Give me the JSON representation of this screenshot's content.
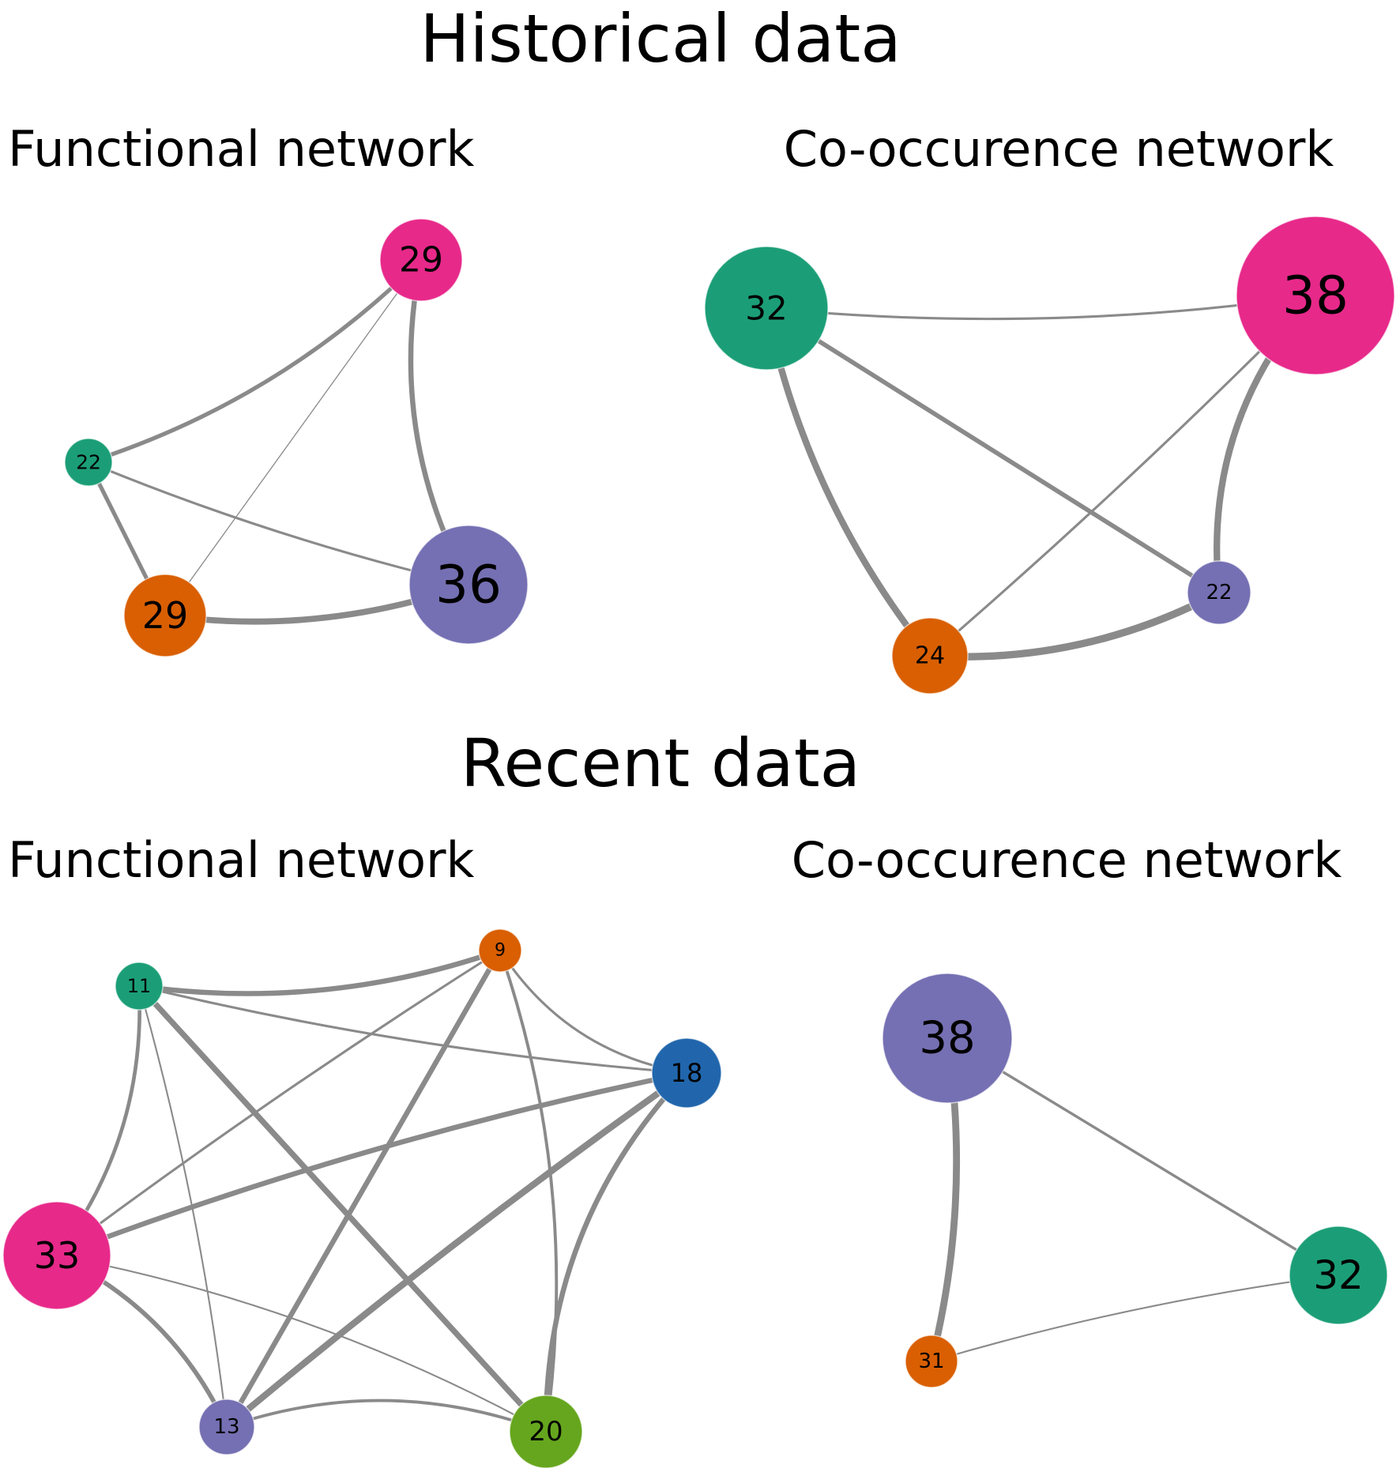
{
  "sections": [
    {
      "title": "Historical data",
      "panels": [
        {
          "title": "Functional network",
          "nodes": [
            {
              "id": "a",
              "label": "29",
              "color": "#e7298a"
            },
            {
              "id": "b",
              "label": "22",
              "color": "#1b9e77"
            },
            {
              "id": "c",
              "label": "29",
              "color": "#d95f02"
            },
            {
              "id": "d",
              "label": "36",
              "color": "#7570b3"
            }
          ],
          "edges": [
            {
              "from": "a",
              "to": "b",
              "weight": 2
            },
            {
              "from": "a",
              "to": "c",
              "weight": 0.5
            },
            {
              "from": "a",
              "to": "d",
              "weight": 2.5
            },
            {
              "from": "b",
              "to": "c",
              "weight": 2
            },
            {
              "from": "b",
              "to": "d",
              "weight": 1.2
            },
            {
              "from": "c",
              "to": "d",
              "weight": 3
            }
          ]
        },
        {
          "title": "Co-occurence network",
          "nodes": [
            {
              "id": "a",
              "label": "32",
              "color": "#1b9e77"
            },
            {
              "id": "b",
              "label": "38",
              "color": "#e7298a"
            },
            {
              "id": "c",
              "label": "22",
              "color": "#7570b3"
            },
            {
              "id": "d",
              "label": "24",
              "color": "#d95f02"
            }
          ],
          "edges": [
            {
              "from": "a",
              "to": "b",
              "weight": 1.2
            },
            {
              "from": "a",
              "to": "c",
              "weight": 2.2
            },
            {
              "from": "a",
              "to": "d",
              "weight": 3.2
            },
            {
              "from": "b",
              "to": "c",
              "weight": 3.2
            },
            {
              "from": "b",
              "to": "d",
              "weight": 1.2
            },
            {
              "from": "c",
              "to": "d",
              "weight": 3.6
            }
          ]
        }
      ]
    },
    {
      "title": "Recent data",
      "panels": [
        {
          "title": "Functional network",
          "nodes": [
            {
              "id": "a",
              "label": "11",
              "color": "#1b9e77"
            },
            {
              "id": "b",
              "label": "9",
              "color": "#d95f02"
            },
            {
              "id": "c",
              "label": "18",
              "color": "#2166ac"
            },
            {
              "id": "d",
              "label": "33",
              "color": "#e7298a"
            },
            {
              "id": "e",
              "label": "13",
              "color": "#7570b3"
            },
            {
              "id": "f",
              "label": "20",
              "color": "#66a61e"
            }
          ],
          "edges": [
            {
              "from": "a",
              "to": "b",
              "weight": 2.5
            },
            {
              "from": "a",
              "to": "c",
              "weight": 1.2
            },
            {
              "from": "a",
              "to": "d",
              "weight": 1.8
            },
            {
              "from": "a",
              "to": "e",
              "weight": 0.8
            },
            {
              "from": "a",
              "to": "f",
              "weight": 2.8
            },
            {
              "from": "b",
              "to": "c",
              "weight": 1.2
            },
            {
              "from": "b",
              "to": "d",
              "weight": 1.2
            },
            {
              "from": "b",
              "to": "e",
              "weight": 2.5
            },
            {
              "from": "b",
              "to": "f",
              "weight": 1.5
            },
            {
              "from": "c",
              "to": "d",
              "weight": 2.5
            },
            {
              "from": "c",
              "to": "e",
              "weight": 3.2
            },
            {
              "from": "c",
              "to": "f",
              "weight": 2.5
            },
            {
              "from": "d",
              "to": "e",
              "weight": 2.2
            },
            {
              "from": "d",
              "to": "f",
              "weight": 0.8
            },
            {
              "from": "e",
              "to": "f",
              "weight": 1.5
            }
          ]
        },
        {
          "title": "Co-occurence network",
          "nodes": [
            {
              "id": "a",
              "label": "38",
              "color": "#7570b3"
            },
            {
              "id": "b",
              "label": "32",
              "color": "#1b9e77"
            },
            {
              "id": "c",
              "label": "31",
              "color": "#d95f02"
            }
          ],
          "edges": [
            {
              "from": "a",
              "to": "b",
              "weight": 1.3
            },
            {
              "from": "a",
              "to": "c",
              "weight": 3.4
            },
            {
              "from": "b",
              "to": "c",
              "weight": 0.8
            }
          ]
        }
      ]
    }
  ]
}
